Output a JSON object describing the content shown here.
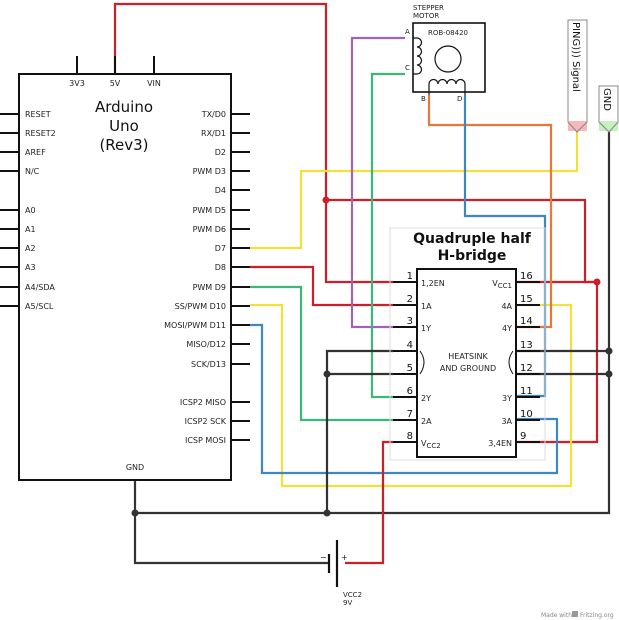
{
  "arduino": {
    "title_line1": "Arduino",
    "title_line2": "Uno",
    "title_line3": "(Rev3)",
    "top_pins": [
      "3V3",
      "5V",
      "VIN"
    ],
    "left_pins": [
      "RESET",
      "RESET2",
      "AREF",
      "N/C",
      "A0",
      "A1",
      "A2",
      "A3",
      "A4/SDA",
      "A5/SCL"
    ],
    "right_pins": [
      "TX/D0",
      "RX/D1",
      "D2",
      "PWM D3",
      "D4",
      "PWM D5",
      "PWM D6",
      "D7",
      "D8",
      "PWM D9",
      "SS/PWM D10",
      "MOSI/PWM D11",
      "MISO/D12",
      "SCK/D13",
      "ICSP2 MISO",
      "ICSP2 SCK",
      "ICSP MOSI"
    ],
    "bottom_pin": "GND"
  },
  "stepper": {
    "title_line1": "STEPPER",
    "title_line2": "MOTOR",
    "part": "ROB-08420",
    "pins": {
      "a": "A",
      "b": "B",
      "c": "C",
      "d": "D"
    }
  },
  "ping": {
    "signal_label": "PING))) Signal",
    "gnd_label": "GND"
  },
  "hbridge": {
    "title_line1": "Quadruple half",
    "title_line2": "H-bridge",
    "left_pins": [
      {
        "num": "1",
        "label": "1,2EN"
      },
      {
        "num": "2",
        "label": "1A"
      },
      {
        "num": "3",
        "label": "1Y"
      },
      {
        "num": "4",
        "label": ""
      },
      {
        "num": "5",
        "label": ""
      },
      {
        "num": "6",
        "label": "2Y"
      },
      {
        "num": "7",
        "label": "2A"
      },
      {
        "num": "8",
        "label": "VCC2"
      }
    ],
    "right_pins": [
      {
        "num": "16",
        "label": "VCC1"
      },
      {
        "num": "15",
        "label": "4A"
      },
      {
        "num": "14",
        "label": "4Y"
      },
      {
        "num": "13",
        "label": ""
      },
      {
        "num": "12",
        "label": ""
      },
      {
        "num": "11",
        "label": "3Y"
      },
      {
        "num": "10",
        "label": "3A"
      },
      {
        "num": "9",
        "label": "3,4EN"
      }
    ],
    "heatsink_line1": "HEATSINK",
    "heatsink_line2": "AND GROUND"
  },
  "battery": {
    "minus": "−",
    "plus": "+",
    "label_line1": "VCC2",
    "label_line2": "9V"
  },
  "footer": {
    "made_with": "Made with",
    "brand": "Fritzing.org"
  },
  "colors": {
    "red": "#cc1f27",
    "yellow": "#f3e03b",
    "green": "#3bb877",
    "blue": "#3c87c4",
    "purple": "#a264b0",
    "orange": "#e8773a",
    "black": "#333333"
  }
}
